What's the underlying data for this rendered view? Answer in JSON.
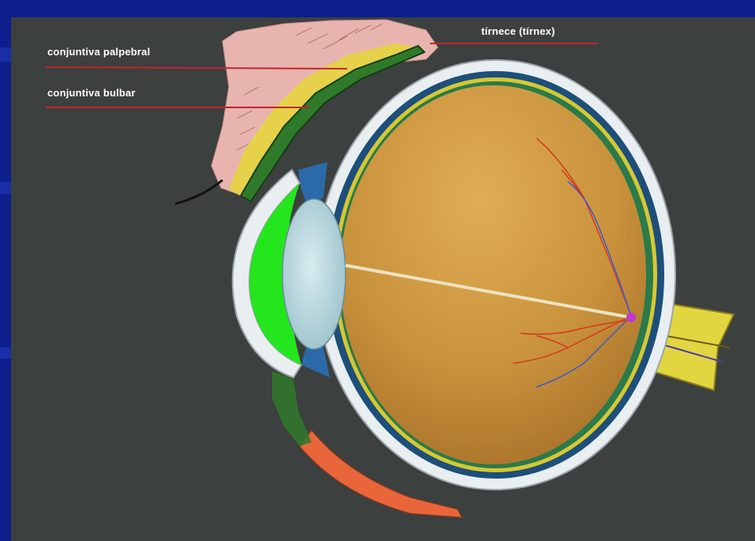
{
  "labels": {
    "palpebral": "conjuntiva palpebral",
    "bulbar": "conjuntiva bulbar",
    "tarsus": "tírnece (tírnex)"
  },
  "colors": {
    "slide_background": "#0d1f8c",
    "panel_background": "#3c403f",
    "label_text": "#ffffff",
    "leader_line": "#c0272d",
    "eyelid": "#e8b4ae",
    "conjunctiva": "#2f7a2a",
    "choroid": "#1d4f7a",
    "retina_band": "#d6c832",
    "sclera": "#e9eef0",
    "vitreous": "#c9923c",
    "lens": "#b8d6de",
    "anterior_chamber": "#23e61d",
    "optic_nerve": "#e2d640",
    "blood_vessel": "#d43a1e",
    "muscle": "#e8663a"
  }
}
